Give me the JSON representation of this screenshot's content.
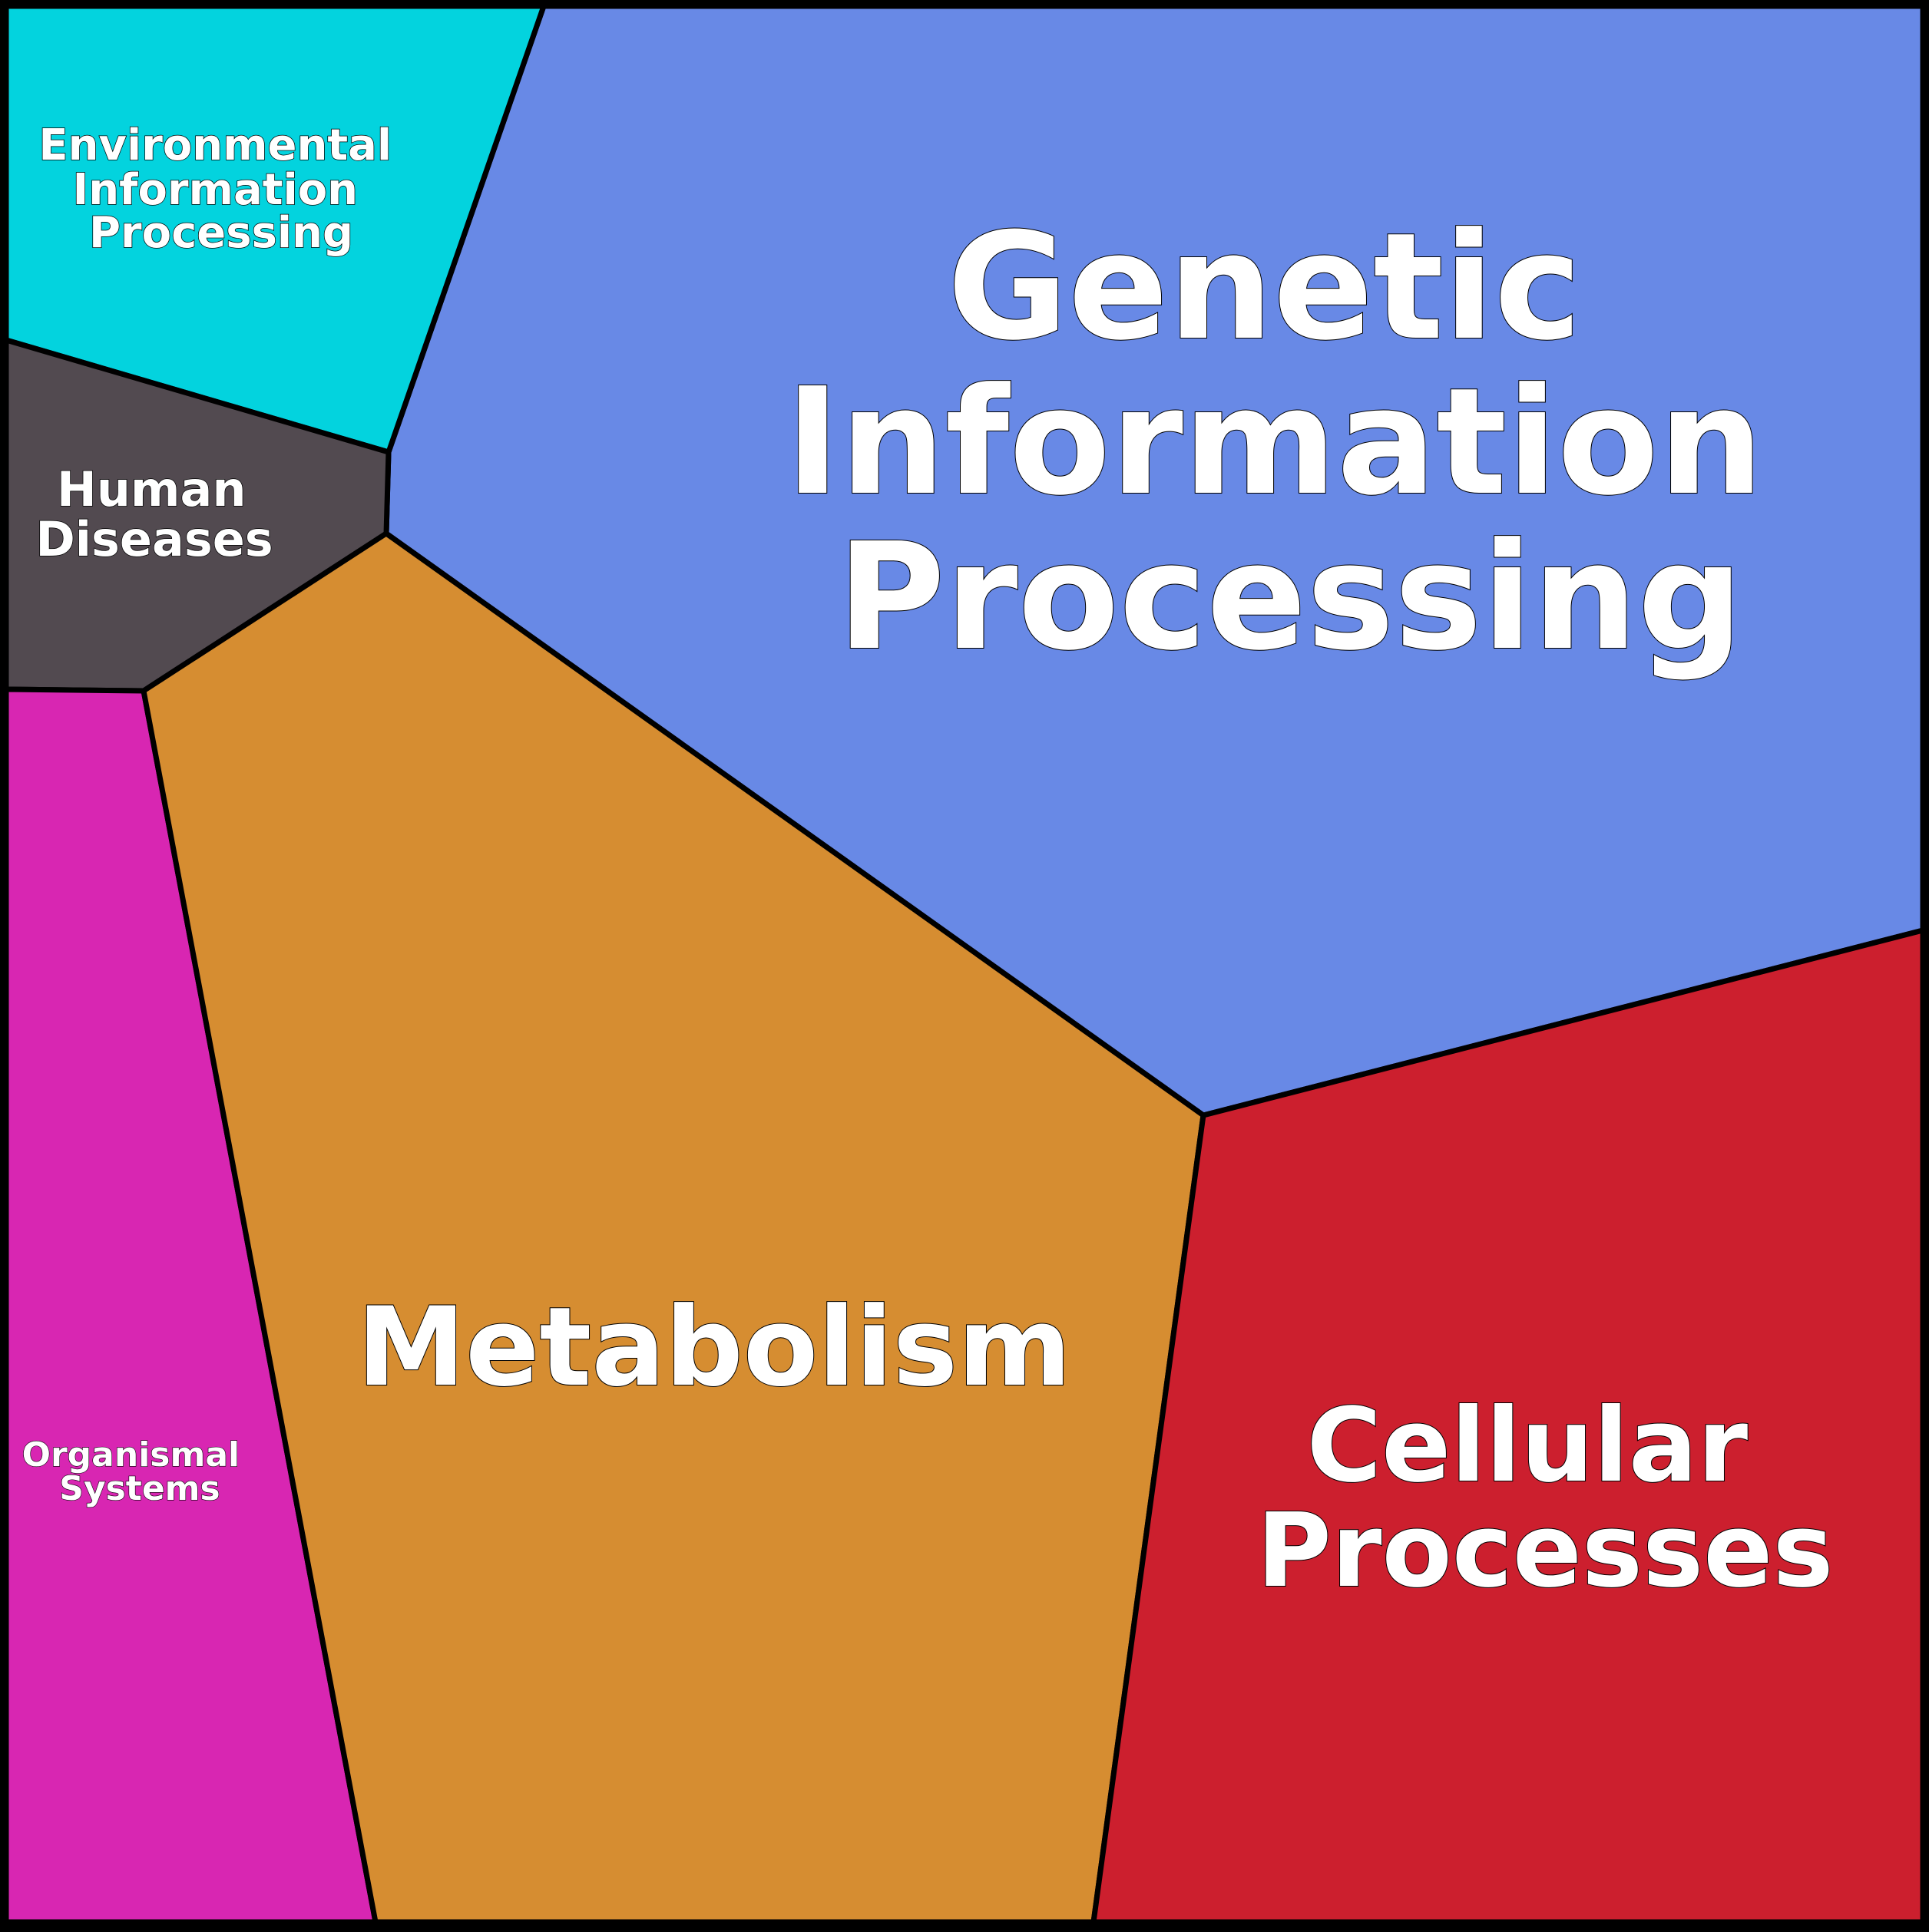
{
  "title": "KEGG pathway category map",
  "regions": {
    "genetic": {
      "label": [
        "Genetic",
        "Information",
        "Processing"
      ],
      "color": "#6889e6"
    },
    "metabolism": {
      "label": [
        "Metabolism"
      ],
      "color": "#d68d31"
    },
    "cellular": {
      "label": [
        "Cellular",
        "Processes"
      ],
      "color": "#cc1f2e"
    },
    "environmental": {
      "label": [
        "Environmental",
        "Information",
        "Processing"
      ],
      "color": "#03d3de"
    },
    "human_diseases": {
      "label": [
        "Human",
        "Diseases"
      ],
      "color": "#524a50"
    },
    "organismal": {
      "label": [
        "Organismal",
        "Systems"
      ],
      "color": "#d826b2"
    }
  },
  "border_color": "#000000"
}
